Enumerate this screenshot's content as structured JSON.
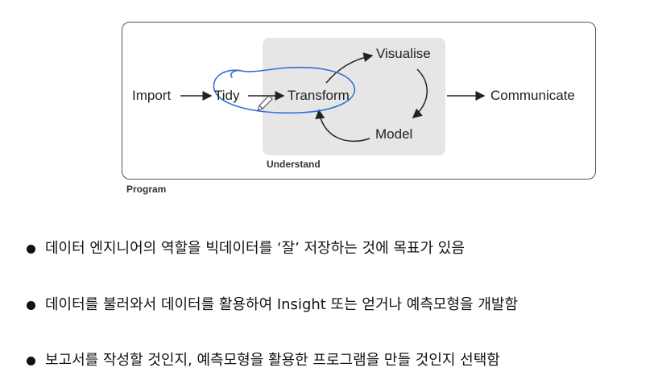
{
  "diagram": {
    "nodes": {
      "import": "Import",
      "tidy": "Tidy",
      "transform": "Transform",
      "visualise": "Visualise",
      "model": "Model",
      "communicate": "Communicate"
    },
    "understand_label": "Understand",
    "program_label": "Program",
    "annotation_color": "#2f6fd8"
  },
  "bullets": [
    "데이터 엔지니어의 역할을 빅데이터를 ‘잘’ 저장하는 것에 목표가 있음",
    "데이터를 불러와서 데이터를 활용하여 Insight 또는 얻거나 예측모형을 개발함",
    "보고서를 작성할 것인지, 예측모형을 활용한 프로그램을 만들 것인지 선택함"
  ]
}
